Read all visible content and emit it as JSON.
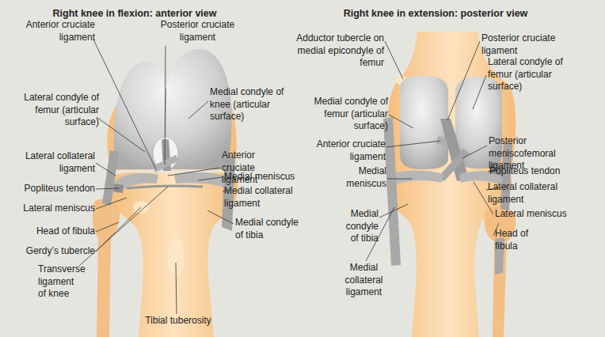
{
  "diagram": {
    "labels": [
      "Right knee in flexion: anterior view",
      "Anterior cruciate ligament",
      "Posterior cruciate ligament",
      "Lateral condyle of femur (articular surface)",
      "Medial condyle of knee (articular surface)",
      "Lateral collateral ligament",
      "Anterior cruciate ligament",
      "Popliteus tendon",
      "Medial meniscus",
      "Medial collateral ligament",
      "Lateral meniscus",
      "Medial condyle of tibia",
      "Head of fibula",
      "Gerdy’s tubercle",
      "Transverse ligament of knee",
      "Tibial tuberosity",
      "Right knee in extension: posterior view",
      "Adductor tubercle on medial epicondyle of femur",
      "Posterior cruciate ligament",
      "Lateral condyle of femur (articular surface)",
      "Medial condyle of femur (articular surface)",
      "Posterior meniscofemoral ligament",
      "Anterior cruciate ligament",
      "Popliteus tendon",
      "Medial meniscus",
      "Lateral collateral ligament",
      "Lateral meniscus",
      "Medial condyle of tibia",
      "Head of fibula",
      "Medial collateral ligament"
    ]
  }
}
